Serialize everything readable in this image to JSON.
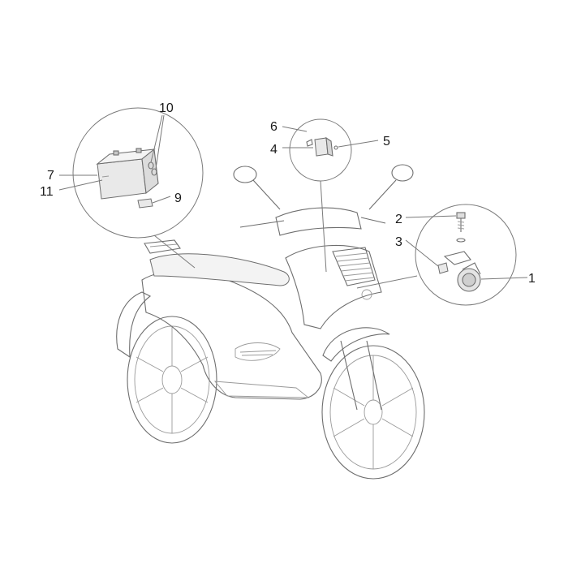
{
  "diagram": {
    "callouts": {
      "c1": "1",
      "c2": "2",
      "c3": "3",
      "c4": "4",
      "c5": "5",
      "c6": "6",
      "c7": "7",
      "c9": "9",
      "c10": "10",
      "c11": "11"
    }
  }
}
